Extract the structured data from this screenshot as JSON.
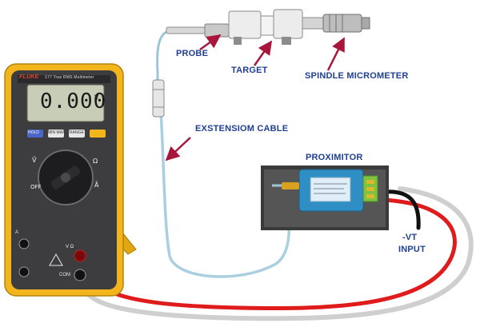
{
  "labels": {
    "probe": "PROBE",
    "target": "TARGET",
    "spindle": "SPINDLE MICROMETER",
    "cable": "EXSTENSIOM CABLE",
    "proximitor": "PROXIMITOR",
    "vt": "-VT",
    "input": "INPUT"
  },
  "meter": {
    "brand": "FLUKE",
    "model": "177 True RMS Multimeter",
    "reading": "0.000",
    "unit": "V",
    "buttons": [
      "HOLD",
      "MIN MAX",
      "RANGE"
    ],
    "terminals": [
      "A",
      "COM",
      "V Ω"
    ]
  },
  "colors": {
    "meter_body": "#f2b51c",
    "meter_face": "#3d3d40",
    "label_text": "#1f3f93",
    "red_lead": "#e01b1b",
    "black_lead": "#111111",
    "white_lead": "#d9d9d9",
    "proximitor_body": "#2f8fc4",
    "arrow": "#a8173b"
  }
}
